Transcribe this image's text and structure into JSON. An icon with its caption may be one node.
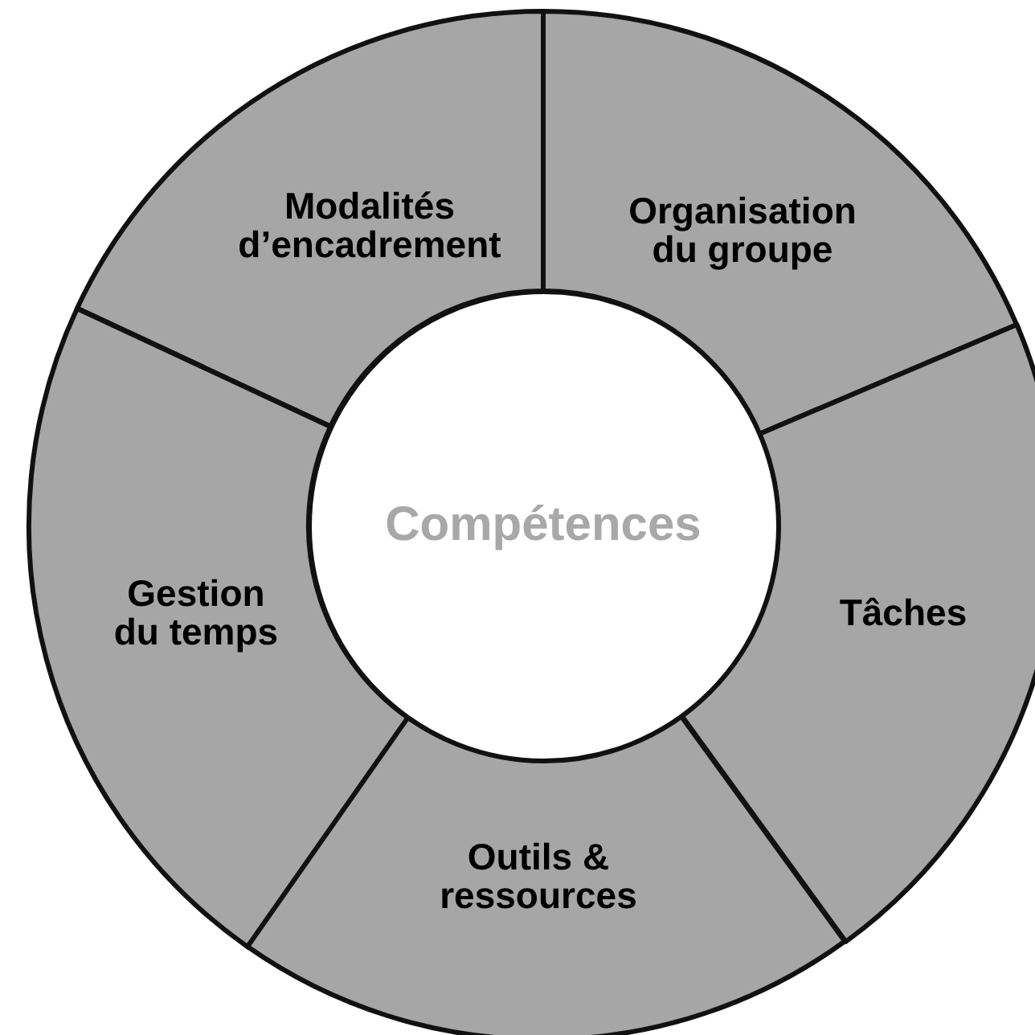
{
  "diagram": {
    "nodes": [
      {
        "text": [
          "Modalités d’encadrement"
        ]
      },
      {
        "text": [
          "Organisation du groupe"
        ]
      },
      {
        "text": [
          "Compétences"
        ]
      },
      {
        "text": [
          "Gestion du temps"
        ]
      },
      {
        "text": [
          "Tâches"
        ]
      },
      {
        "text": [
          "Outils & ressources"
        ]
      }
    ]
  }
}
